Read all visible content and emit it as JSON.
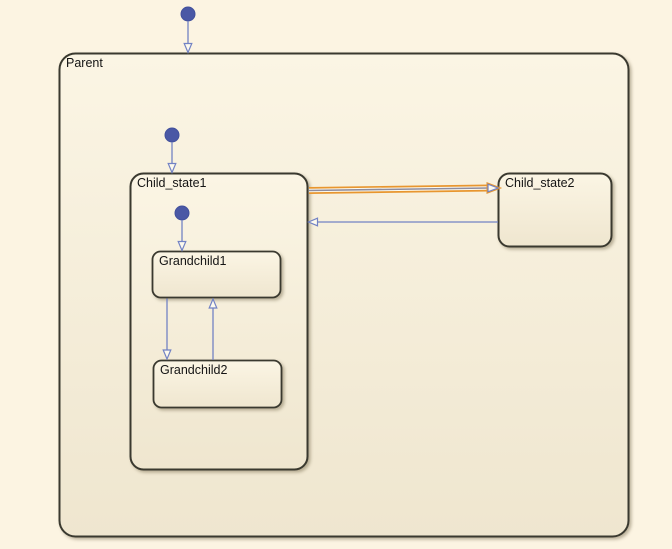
{
  "colors": {
    "canvas_bg": "#fcf4e2",
    "state_fill_top": "#fbf5e4",
    "state_fill_bottom": "#efe6cf",
    "state_border": "#3a392f",
    "label_text": "#141414",
    "default_dot": "#4a58a5",
    "transition_line": "#7282c4",
    "arrowhead_fill": "#fdfaee",
    "selection_highlight": "#e8962f",
    "selection_core": "#8e8c9e"
  },
  "states": {
    "parent": {
      "label": "Parent"
    },
    "child_state1": {
      "label": "Child_state1"
    },
    "child_state2": {
      "label": "Child_state2"
    },
    "grandchild1": {
      "label": "Grandchild1"
    },
    "grandchild2": {
      "label": "Grandchild2"
    }
  },
  "transitions": [
    {
      "type": "default",
      "to": "Parent",
      "selected": false
    },
    {
      "type": "default",
      "to": "Child_state1",
      "selected": false
    },
    {
      "type": "default",
      "to": "Grandchild1",
      "selected": false
    },
    {
      "type": "transition",
      "from": "Child_state1",
      "to": "Child_state2",
      "selected": true
    },
    {
      "type": "transition",
      "from": "Child_state2",
      "to": "Child_state1",
      "selected": false
    },
    {
      "type": "transition",
      "from": "Grandchild1",
      "to": "Grandchild2",
      "selected": false
    },
    {
      "type": "transition",
      "from": "Grandchild2",
      "to": "Grandchild1",
      "selected": false
    }
  ]
}
